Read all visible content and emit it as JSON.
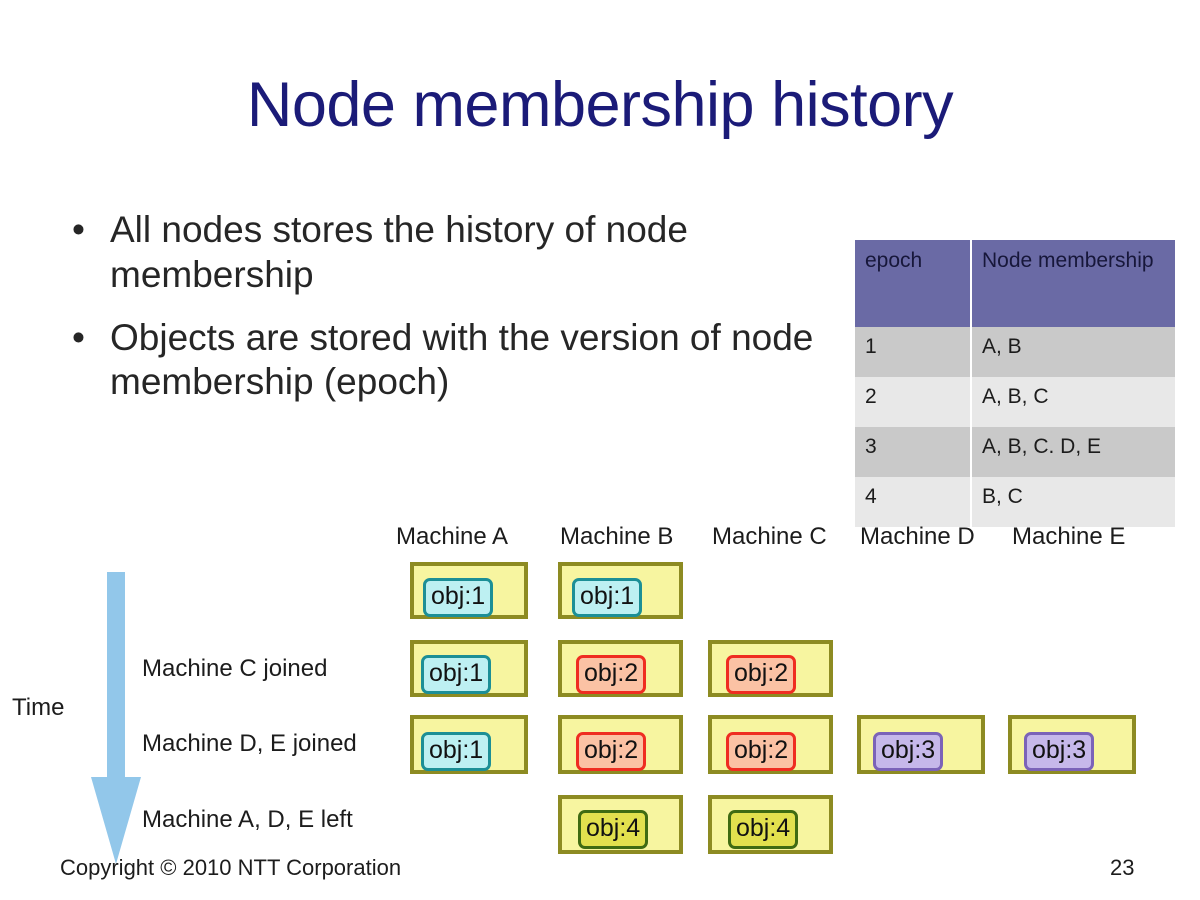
{
  "slide": {
    "title": "Node membership history",
    "bullets": [
      "All nodes stores the history of node membership",
      "Objects are stored with the version of node membership (epoch)"
    ],
    "bullet_marker": "•"
  },
  "epoch_table": {
    "headers": [
      "epoch",
      "Node membership"
    ],
    "rows": [
      {
        "epoch": "1",
        "membership": "A, B"
      },
      {
        "epoch": "2",
        "membership": "A, B, C"
      },
      {
        "epoch": "3",
        "membership": "A, B, C. D, E"
      },
      {
        "epoch": "4",
        "membership": "B, C"
      }
    ],
    "header_color": "#6a6aa5",
    "row_dark_color": "#c9c9c9",
    "row_light_color": "#e8e8e8"
  },
  "diagram": {
    "time_label": "Time",
    "arrow_color": "#92c7ea",
    "machine_headers": [
      "Machine A",
      "Machine B",
      "Machine C",
      "Machine D",
      "Machine E"
    ],
    "row_labels": [
      "",
      "Machine C joined",
      "Machine D, E joined",
      "Machine A, D, E left"
    ],
    "cells": [
      {
        "row": 0,
        "machine": "Machine A",
        "obj": "obj:1",
        "version": "1"
      },
      {
        "row": 0,
        "machine": "Machine B",
        "obj": "obj:1",
        "version": "1"
      },
      {
        "row": 1,
        "machine": "Machine A",
        "obj": "obj:1",
        "version": "1"
      },
      {
        "row": 1,
        "machine": "Machine B",
        "obj": "obj:2",
        "version": "2"
      },
      {
        "row": 1,
        "machine": "Machine C",
        "obj": "obj:2",
        "version": "2"
      },
      {
        "row": 2,
        "machine": "Machine A",
        "obj": "obj:1",
        "version": "1"
      },
      {
        "row": 2,
        "machine": "Machine B",
        "obj": "obj:2",
        "version": "2"
      },
      {
        "row": 2,
        "machine": "Machine C",
        "obj": "obj:2",
        "version": "2"
      },
      {
        "row": 2,
        "machine": "Machine D",
        "obj": "obj:3",
        "version": "3"
      },
      {
        "row": 2,
        "machine": "Machine E",
        "obj": "obj:3",
        "version": "3"
      },
      {
        "row": 3,
        "machine": "Machine B",
        "obj": "obj:4",
        "version": "4"
      },
      {
        "row": 3,
        "machine": "Machine C",
        "obj": "obj:4",
        "version": "4"
      }
    ],
    "obj_colors": {
      "1": {
        "fill": "#bdf0f2",
        "border": "#1c8f96"
      },
      "2": {
        "fill": "#fbc2a4",
        "border": "#ef2d21"
      },
      "3": {
        "fill": "#c6b8ea",
        "border": "#7b63b8"
      },
      "4": {
        "fill": "#e2e04e",
        "border": "#3f6b12"
      }
    },
    "cell_fill": "#f7f5a0",
    "cell_border": "#8d8b22"
  },
  "footer": {
    "copyright": "Copyright © 2010 NTT Corporation",
    "page_number": "23"
  }
}
